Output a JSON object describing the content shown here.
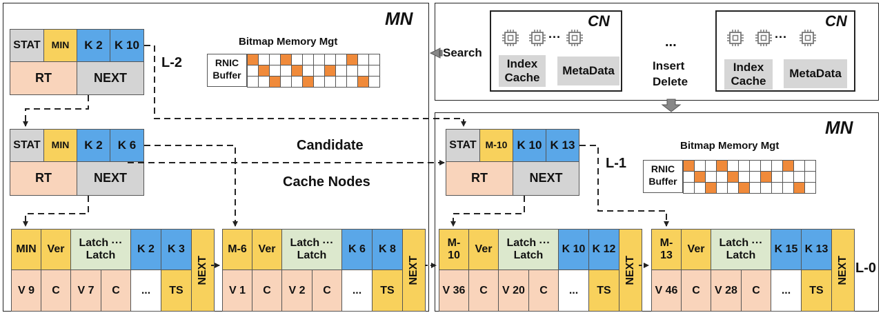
{
  "panels": {
    "left_mn": "MN",
    "right_mn": "MN",
    "cn1": "CN",
    "cn2": "CN"
  },
  "bitmap": {
    "title": "Bitmap Memory Mgt",
    "row_label_1": "RNIC",
    "row_label_2": "Buffer"
  },
  "cn": {
    "index_cache": "Index Cache",
    "metadata": "MetaData",
    "chip_ellipsis": "···",
    "between_ellipsis": "...",
    "ops_insert": "Insert",
    "ops_delete": "Delete",
    "search": "Search"
  },
  "levels": {
    "l2": "L-2",
    "l1": "L-1",
    "l0": "L-0"
  },
  "labels": {
    "candidate": "Candidate",
    "cache_nodes": "Cache Nodes"
  },
  "inner": {
    "n1": {
      "stat": "STAT",
      "min": "MIN",
      "k1": "K 2",
      "k2": "K 10",
      "rt": "RT",
      "next": "NEXT"
    },
    "n2": {
      "stat": "STAT",
      "min": "MIN",
      "k1": "K 2",
      "k2": "K 6",
      "rt": "RT",
      "next": "NEXT"
    },
    "n3": {
      "stat": "STAT",
      "min": "M-10",
      "k1": "K 10",
      "k2": "K 13",
      "rt": "RT",
      "next": "NEXT"
    }
  },
  "leaves": [
    {
      "min": "MIN",
      "ver": "Ver",
      "latch1": "Latch ···",
      "latch2": "Latch",
      "k1": "K 2",
      "k2": "K 3",
      "v1": "V 9",
      "c1": "C",
      "v2": "V 7",
      "c2": "C",
      "dots": "...",
      "ts": "TS",
      "next": "NEXT"
    },
    {
      "min": "M-6",
      "ver": "Ver",
      "latch1": "Latch ···",
      "latch2": "Latch",
      "k1": "K 6",
      "k2": "K 8",
      "v1": "V 1",
      "c1": "C",
      "v2": "V 2",
      "c2": "C",
      "dots": "...",
      "ts": "TS",
      "next": "NEXT"
    },
    {
      "min": "M- 10",
      "ver": "Ver",
      "latch1": "Latch ···",
      "latch2": "Latch",
      "k1": "K 10",
      "k2": "K 12",
      "v1": "V 36",
      "c1": "C",
      "v2": "V 20",
      "c2": "C",
      "dots": "...",
      "ts": "TS",
      "next": "NEXT"
    },
    {
      "min": "M- 13",
      "ver": "Ver",
      "latch1": "Latch ···",
      "latch2": "Latch",
      "k1": "K 15",
      "k2": "K 13",
      "v1": "V 46",
      "c1": "C",
      "v2": "V 28",
      "c2": "C",
      "dots": "...",
      "ts": "TS",
      "next": "NEXT"
    }
  ],
  "colors": {
    "gray": "#d4d4d4",
    "yellow": "#f8d15c",
    "blue": "#5aa7e8",
    "salmon": "#f9d4bb",
    "green": "#dce8cd",
    "bitmap_fill": "#f08a3a"
  }
}
